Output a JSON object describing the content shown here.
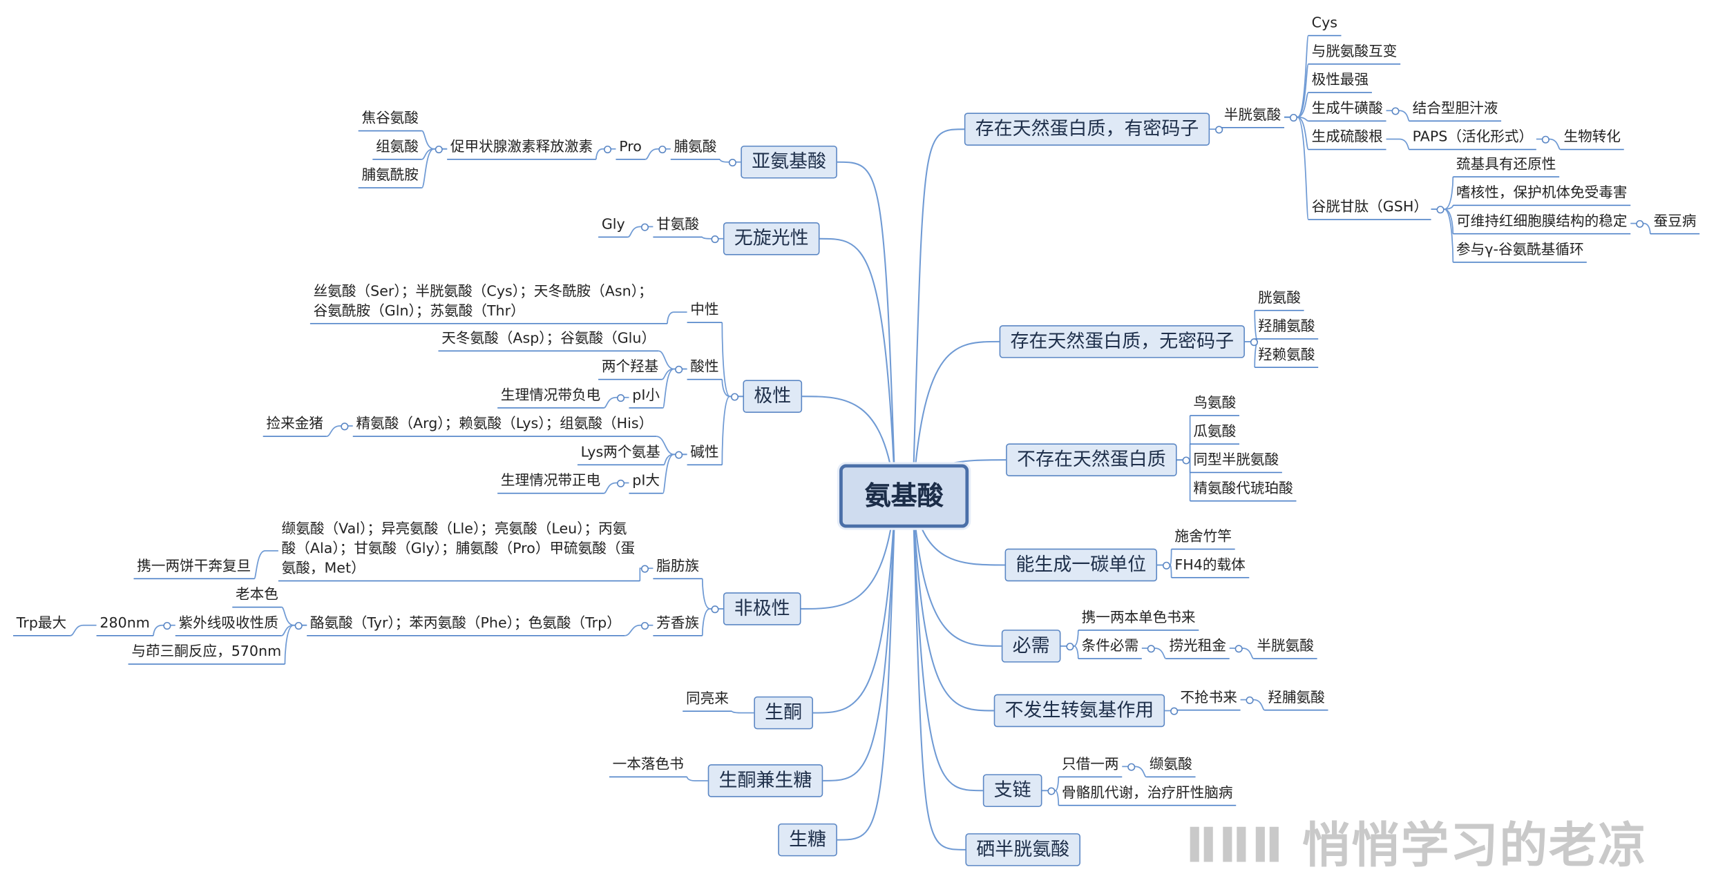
{
  "root": "氨基酸",
  "left": {
    "yaanjisuan": {
      "title": "亚氨基酸",
      "fuanjisuan": "脯氨酸",
      "pro": "Pro",
      "cujiazhuang": "促甲状腺激素释放激素",
      "leaves": [
        "焦谷氨酸",
        "组氨酸",
        "脯氨酰胺"
      ]
    },
    "wuxuan": {
      "title": "无旋光性",
      "gan": "甘氨酸",
      "gly": "Gly"
    },
    "jixing": {
      "title": "极性",
      "zhongxing": "中性",
      "zhongxing_text": "丝氨酸（Ser）；半胱氨酸（Cys）；天冬酰胺（Asn）；谷氨酰胺（Gln）；苏氨酸（Thr）",
      "suanxing": "酸性",
      "suanxing_items": [
        "天冬氨酸（Asp）；谷氨酸（Glu）",
        "两个羟基"
      ],
      "pi_small": "pI小",
      "fudian": "生理情况带负电",
      "jianxing": "碱性",
      "jianxing_text": "精氨酸（Arg）；赖氨酸（Lys）；组氨酸（His）",
      "jianlai": "捡来金猪",
      "lys_two": "Lys两个氨基",
      "pi_big": "pI大",
      "zhengdian": "生理情况带正电"
    },
    "feijixing": {
      "title": "非极性",
      "zhifang": "脂肪族",
      "zhifang_text": "缬氨酸（Val）；异亮氨酸（Lle）；亮氨酸（Leu）；丙氨酸（Ala）；甘氨酸（Gly）；脯氨酸（Pro）甲硫氨酸（蛋氨酸，Met）",
      "xie_yiliang": "携一两饼干奔复旦",
      "fangxiang": "芳香族",
      "fangxiang_text": "酪氨酸（Tyr）；苯丙氨酸（Phe）；色氨酸（Trp）",
      "laobense": "老本色",
      "ziwai": "紫外线吸收性质",
      "nm280": "280nm",
      "trp_max": "Trp最大",
      "yindan": "与茚三酮反应，570nm"
    },
    "shengtong": {
      "title": "生酮",
      "mnemonic": "同亮来"
    },
    "shengtongjiantang": {
      "title": "生酮兼生糖",
      "mnemonic": "一本落色书"
    },
    "shengtang": {
      "title": "生糖"
    }
  },
  "right": {
    "youmima": {
      "title": "存在天然蛋白质，有密码子",
      "banguang": "半胱氨酸",
      "items": {
        "cys": "Cys",
        "hubian": "与胱氨酸互变",
        "jixingqiang": "极性最强",
        "niuhuang": "生成牛磺酸",
        "danzhi": "结合型胆汁液",
        "liusuangen": "生成硫酸根",
        "paps": "PAPS（活化形式）",
        "shengwu": "生物转化",
        "gsh": "谷胱甘肽（GSH）",
        "gsh_items": [
          "巯基具有还原性",
          "嗜核性，保护机体免受毒害",
          "可维持红细胞膜结构的稳定",
          "参与γ-谷氨酰基循环"
        ],
        "candou": "蚕豆病"
      }
    },
    "wumima": {
      "title": "存在天然蛋白质，无密码子",
      "items": [
        "胱氨酸",
        "羟脯氨酸",
        "羟赖氨酸"
      ]
    },
    "bucunzai": {
      "title": "不存在天然蛋白质",
      "items": [
        "鸟氨酸",
        "瓜氨酸",
        "同型半胱氨酸",
        "精氨酸代琥珀酸"
      ]
    },
    "yitan": {
      "title": "能生成一碳单位",
      "items": [
        "施舍竹竿",
        "FH4的载体"
      ]
    },
    "bixu": {
      "title": "必需",
      "mnemonic": "携一两本单色书来",
      "tiaojian": "条件必需",
      "laoguang": "捞光租金",
      "banguang": "半胱氨酸"
    },
    "zhuananji": {
      "title": "不发生转氨基作用",
      "buqiang": "不抢书来",
      "qiangfu": "羟脯氨酸"
    },
    "zhilian": {
      "title": "支链",
      "zhijie": "只借一两",
      "xie": "缬氨酸",
      "gugeji": "骨骼肌代谢，治疗肝性脑病"
    },
    "xi": {
      "title": "硒半胱氨酸"
    }
  },
  "watermark": "悄悄学习的老凉"
}
